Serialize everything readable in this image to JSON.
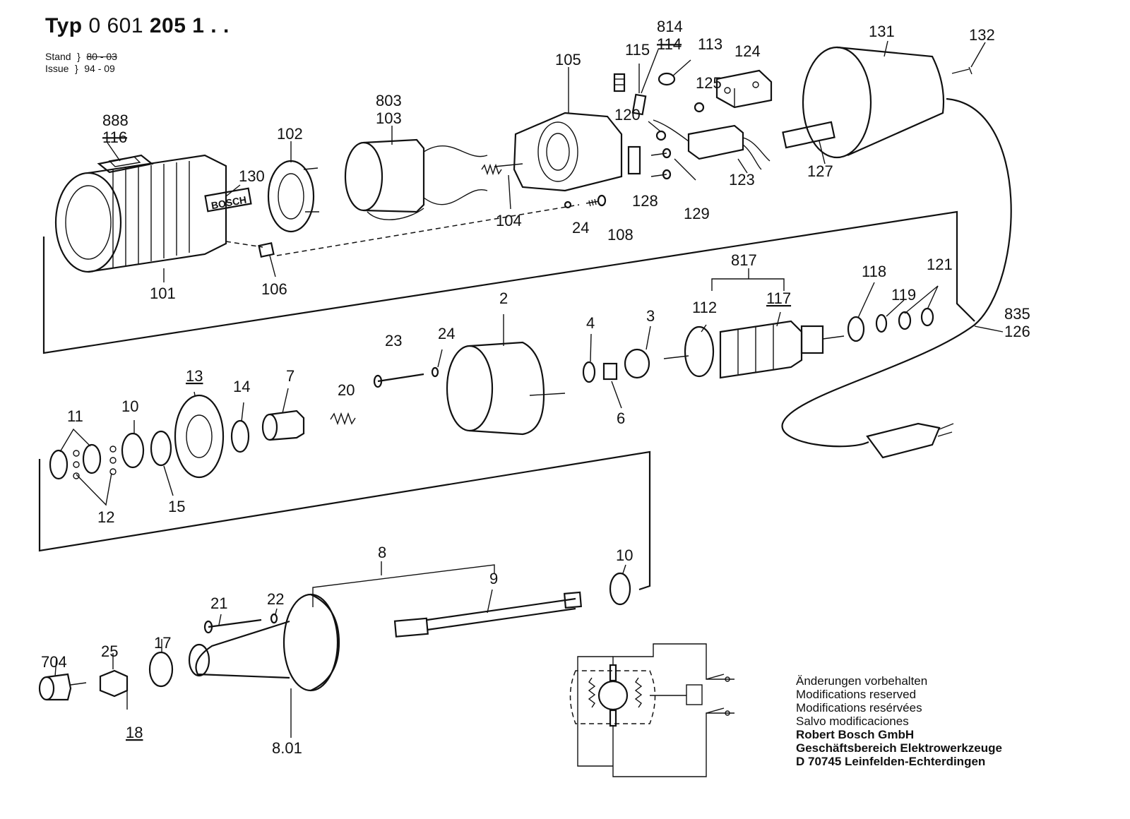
{
  "header": {
    "typ_word": "Typ",
    "typ_number": "0 601",
    "typ_bold": "205 1 . .",
    "stand_label": "Stand",
    "stand_old": "80 - 03",
    "issue_label": "Issue",
    "issue_value": "94 - 09"
  },
  "brand_plate": "BOSCH",
  "part_labels": {
    "p888": "888",
    "p116": "116",
    "p101": "101",
    "p130": "130",
    "p102": "102",
    "p803": "803",
    "p103": "103",
    "p105": "105",
    "p104": "104",
    "p106": "106",
    "p24a": "24",
    "p108": "108",
    "p115": "115",
    "p814": "814",
    "p114": "114",
    "p113": "113",
    "p120": "120",
    "p124": "124",
    "p125": "125",
    "p123": "123",
    "p128": "128",
    "p129": "129",
    "p131": "131",
    "p132": "132",
    "p127": "127",
    "p817": "817",
    "p112": "112",
    "p117": "117",
    "p118": "118",
    "p119": "119",
    "p121": "121",
    "p835": "835",
    "p126": "126",
    "p2": "2",
    "p4": "4",
    "p3": "3",
    "p6": "6",
    "p23": "23",
    "p24b": "24",
    "p20": "20",
    "p7": "7",
    "p14": "14",
    "p13": "13",
    "p11": "11",
    "p10a": "10",
    "p12": "12",
    "p15": "15",
    "p8": "8",
    "p9": "9",
    "p10b": "10",
    "p21": "21",
    "p22": "22",
    "p17": "17",
    "p25": "25",
    "p704": "704",
    "p18": "18",
    "p801": "8.01"
  },
  "footer": {
    "line1": "Änderungen vorbehalten",
    "line2": "Modifications reserved",
    "line3": "Modifications resérvées",
    "line4": "Salvo modificaciones",
    "company": "Robert Bosch GmbH",
    "division": "Geschäftsbereich Elektrowerkzeuge",
    "address": "D 70745 Leinfelden-Echterdingen"
  }
}
